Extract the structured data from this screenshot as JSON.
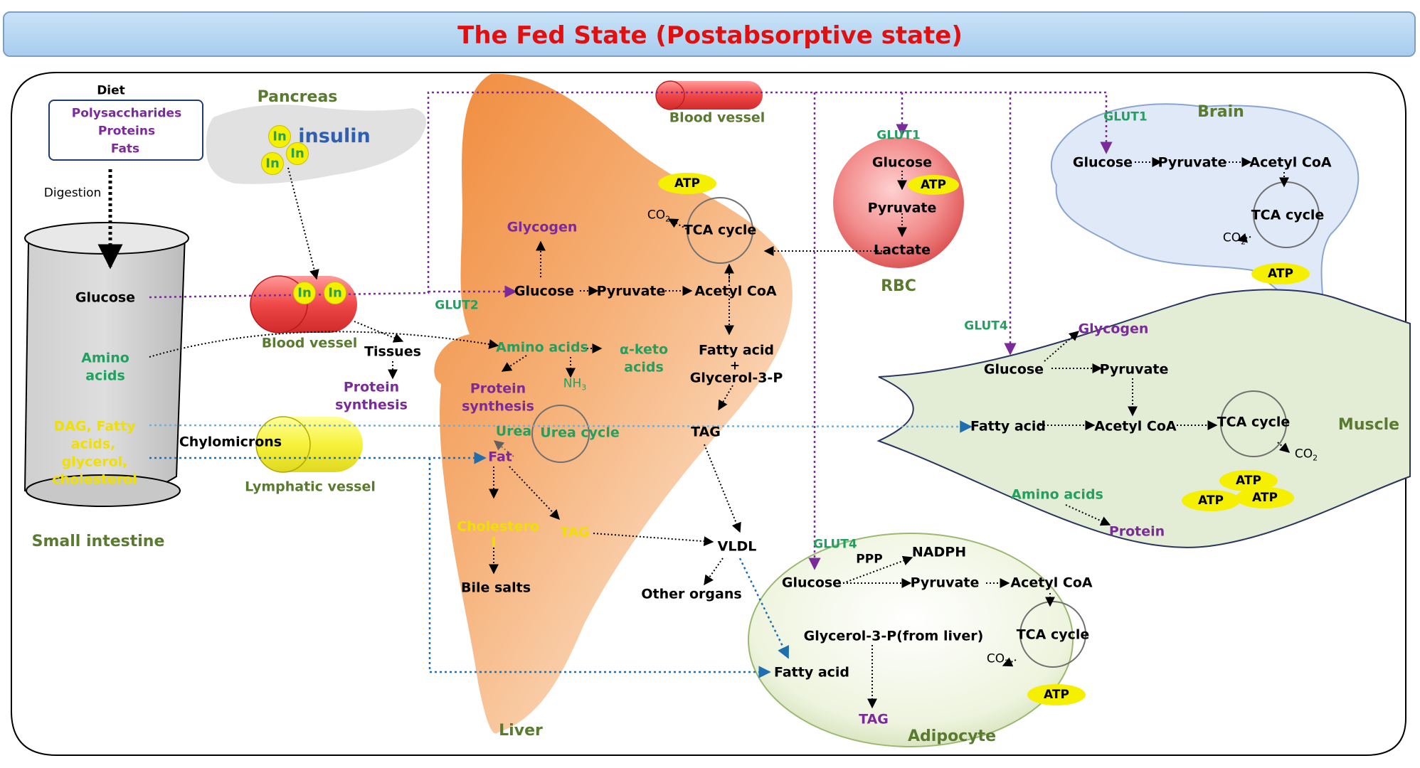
{
  "title": "The Fed State (Postabsorptive state)",
  "colors": {
    "title": "#e01010",
    "organ_label": "#5a7a30",
    "transporter": "#22a060",
    "storage_product": "#7b2a9a",
    "lipid": "#f0e000",
    "insulin": "#2f5fb0",
    "atp_badge": "#f5ef00",
    "path_glucose": "#7b2a9a",
    "path_lipid": "#1f6fb0"
  },
  "small_intestine": {
    "label": "Small intestine",
    "diet_heading": "Diet",
    "diet_items": [
      "Polysaccharides",
      "Proteins",
      "Fats"
    ],
    "digestion": "Digestion",
    "glucose": "Glucose",
    "amino_acids": [
      "Amino",
      "acids"
    ],
    "lipids": [
      "DAG, Fatty",
      "acids,",
      "glycerol,",
      "cholesterol"
    ]
  },
  "pancreas": {
    "label": "Pancreas",
    "insulin": "insulin",
    "insulin_token": "In"
  },
  "blood_vessel": {
    "label": "Blood vessel"
  },
  "blood_vessel_top": {
    "label": "Blood vessel"
  },
  "lymph": {
    "label": "Lymphatic vessel",
    "chylomicrons": "Chylomicrons"
  },
  "tissues": {
    "label": "Tissues",
    "protein_synthesis": [
      "Protein",
      "synthesis"
    ]
  },
  "liver": {
    "label": "Liver",
    "glut": "GLUT2",
    "glycogen": "Glycogen",
    "glucose": "Glucose",
    "pyruvate": "Pyruvate",
    "acetyl_coa": "Acetyl CoA",
    "tca": "TCA cycle",
    "co2": "CO",
    "co2_sub": "2",
    "atp": "ATP",
    "amino_acids": "Amino acids",
    "keto_acids": [
      "α-keto",
      "acids"
    ],
    "nh3": "NH",
    "nh3_sub": "3",
    "protein_synthesis": [
      "Protein",
      "synthesis"
    ],
    "urea": "Urea",
    "urea_cycle": "Urea cycle",
    "fatty_acid": "Fatty acid",
    "plus": "+",
    "glycerol3p": "Glycerol-3-P",
    "tag": "TAG",
    "fat": "Fat",
    "cholesterol": [
      "Cholestero",
      "l"
    ],
    "tag2": "TAG",
    "bile_salts": "Bile salts",
    "vldl": "VLDL",
    "other_organs": "Other organs"
  },
  "rbc": {
    "label": "RBC",
    "glut": "GLUT1",
    "glucose": "Glucose",
    "atp": "ATP",
    "pyruvate": "Pyruvate",
    "lactate": "Lactate"
  },
  "brain": {
    "label": "Brain",
    "glut": "GLUT1",
    "glucose": "Glucose",
    "pyruvate": "Pyruvate",
    "acetyl_coa": "Acetyl CoA",
    "tca": "TCA cycle",
    "co2": "CO",
    "co2_sub": "2",
    "atp": "ATP"
  },
  "muscle": {
    "label": "Muscle",
    "glut": "GLUT4",
    "glycogen": "Glycogen",
    "glucose": "Glucose",
    "pyruvate": "Pyruvate",
    "fatty_acid": "Fatty acid",
    "acetyl_coa": "Acetyl CoA",
    "tca": "TCA cycle",
    "co2": "CO",
    "co2_sub": "2",
    "atp": "ATP",
    "amino_acids": "Amino acids",
    "protein": "Protein"
  },
  "adipocyte": {
    "label": "Adipocyte",
    "glut": "GLUT4",
    "ppp": "PPP",
    "nadph": "NADPH",
    "glucose": "Glucose",
    "pyruvate": "Pyruvate",
    "acetyl_coa": "Acetyl CoA",
    "glycerol3p": "Glycerol-3-P(from liver)",
    "tca": "TCA cycle",
    "co2": "CO",
    "co2_sub": "2",
    "fatty_acid": "Fatty acid",
    "tag": "TAG",
    "atp": "ATP"
  }
}
